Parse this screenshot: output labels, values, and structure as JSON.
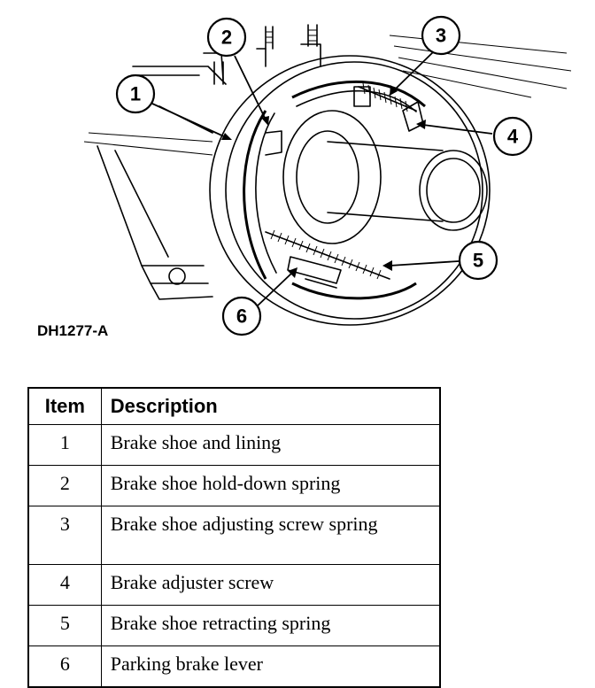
{
  "figure": {
    "code": "DH1277-A",
    "callouts": [
      "1",
      "2",
      "3",
      "4",
      "5",
      "6"
    ]
  },
  "legend": {
    "headers": {
      "item": "Item",
      "description": "Description"
    },
    "rows": [
      {
        "item": "1",
        "description": "Brake shoe and lining"
      },
      {
        "item": "2",
        "description": "Brake shoe hold-down spring"
      },
      {
        "item": "3",
        "description": "Brake shoe adjusting screw spring"
      },
      {
        "item": "4",
        "description": "Brake adjuster screw"
      },
      {
        "item": "5",
        "description": "Brake shoe retracting spring"
      },
      {
        "item": "6",
        "description": "Parking brake lever"
      }
    ]
  }
}
